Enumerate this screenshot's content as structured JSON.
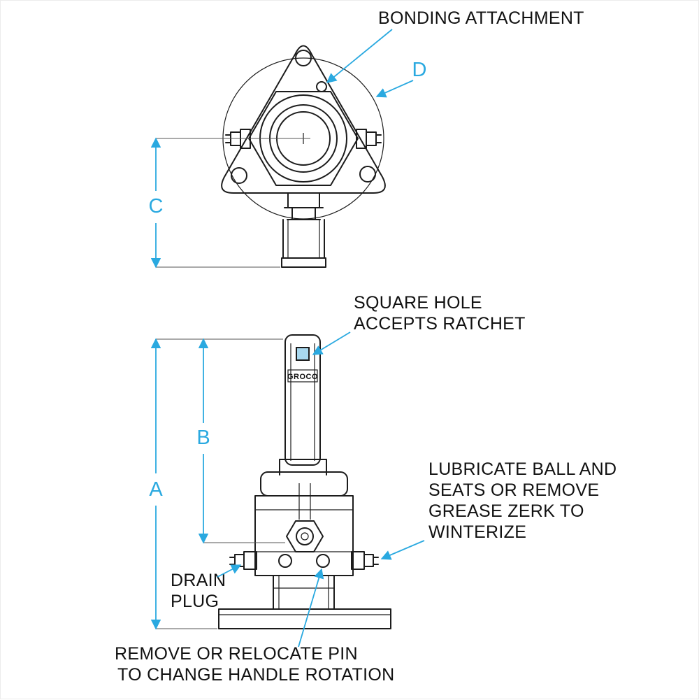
{
  "colors": {
    "accent": "#2aa9e0",
    "line": "#1c1c1c",
    "extension": "#555555",
    "background": "#ffffff",
    "square_hole_fill": "#a8d8ef"
  },
  "brand": "GROCO",
  "dimensions": {
    "a": "A",
    "b": "B",
    "c": "C",
    "d": "D"
  },
  "annotations": {
    "bonding": "BONDING ATTACHMENT",
    "square_hole": [
      "SQUARE HOLE",
      "ACCEPTS RATCHET"
    ],
    "lubricate": [
      "LUBRICATE BALL AND",
      "SEATS OR REMOVE",
      "GREASE ZERK TO",
      "WINTERIZE"
    ],
    "drain": [
      "DRAIN",
      "PLUG"
    ],
    "pin": [
      "REMOVE OR RELOCATE PIN",
      "TO CHANGE HANDLE ROTATION"
    ]
  }
}
